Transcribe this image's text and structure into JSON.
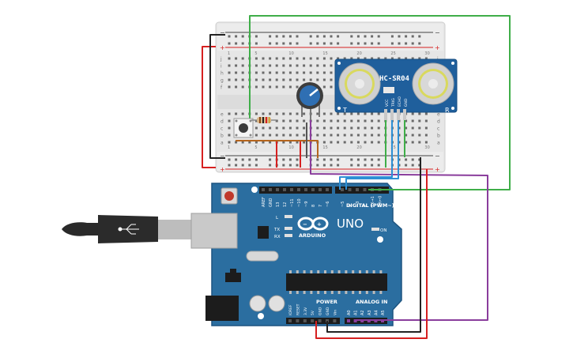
{
  "sensor": {
    "model": "HC-SR04",
    "pins": [
      "VCC",
      "TRIG",
      "ECHO",
      "GND"
    ],
    "side_left": "T",
    "side_right": "R"
  },
  "arduino": {
    "brand": "ARDUINO",
    "model": "UNO",
    "digital_label": "DIGITAL (PWM~)",
    "power_label": "POWER",
    "analog_label": "ANALOG IN",
    "on_label": "ON",
    "led_labels": [
      "L",
      "TX",
      "RX"
    ],
    "digital_pins": [
      "AREF",
      "GND",
      "13",
      "12",
      "~11",
      "~10",
      "~9",
      "8",
      "7",
      "~6",
      "~5",
      "4",
      "~3",
      "2",
      "TX→1",
      "RX←0"
    ],
    "power_pins": [
      "IOREF",
      "RESET",
      "3.3V",
      "5V",
      "GND",
      "GND",
      "Vin"
    ],
    "analog_pins": [
      "A0",
      "A1",
      "A2",
      "A3",
      "A4",
      "A5"
    ]
  },
  "breadboard": {
    "row_letters": [
      "j",
      "i",
      "h",
      "g",
      "f",
      "e",
      "d",
      "c",
      "b",
      "a"
    ],
    "column_numbers": [
      "1",
      "5",
      "10",
      "15",
      "20",
      "25",
      "30"
    ]
  },
  "wire_colors": {
    "power": "#d62020",
    "ground": "#222222",
    "signal_green": "#3fae49",
    "signal_blue": "#2d8fd5",
    "signal_purple": "#8a3d9c",
    "resistor_lead": "#b5651d"
  }
}
